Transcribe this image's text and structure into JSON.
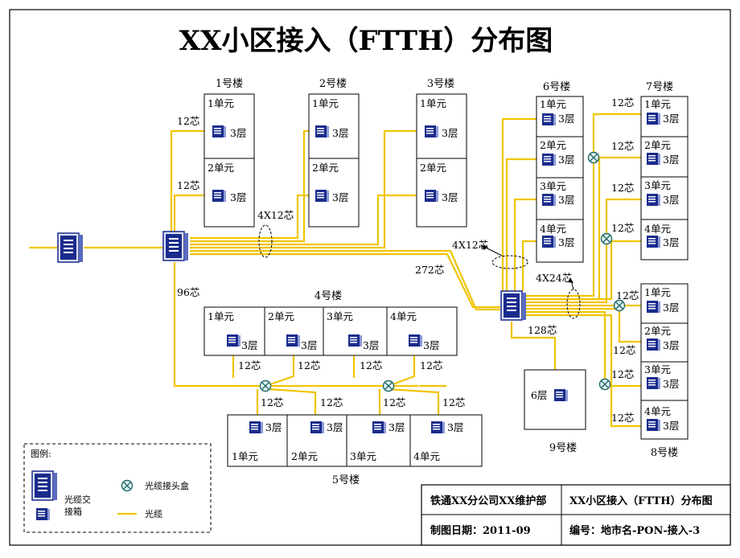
{
  "title": "XX小区接入（FTTH）分布图",
  "floor": "3层",
  "floor_9": "6层",
  "core_12": "12芯",
  "buildings": {
    "b1": {
      "name": "1号楼",
      "units": [
        "1单元",
        "2单元"
      ]
    },
    "b2": {
      "name": "2号楼",
      "units": [
        "1单元",
        "2单元"
      ]
    },
    "b3": {
      "name": "3号楼",
      "units": [
        "1单元",
        "2单元"
      ]
    },
    "b4": {
      "name": "4号楼",
      "units": [
        "1单元",
        "2单元",
        "3单元",
        "4单元"
      ]
    },
    "b5": {
      "name": "5号楼",
      "units": [
        "1单元",
        "2单元",
        "3单元",
        "4单元"
      ]
    },
    "b6": {
      "name": "6号楼",
      "units": [
        "1单元",
        "2单元",
        "3单元",
        "4单元"
      ]
    },
    "b7": {
      "name": "7号楼",
      "units": [
        "1单元",
        "2单元",
        "3单元",
        "4单元"
      ]
    },
    "b8": {
      "name": "8号楼",
      "units": [
        "1单元",
        "2单元",
        "3单元",
        "4单元"
      ]
    },
    "b9": {
      "name": "9号楼"
    }
  },
  "cable_labels": {
    "c4x12_left": "4X12芯",
    "c4x12_right": "4X12芯",
    "c4x24": "4X24芯",
    "c96": "96芯",
    "c272": "272芯",
    "c128": "128芯"
  },
  "legend": {
    "title": "图例:",
    "cabinet": "光缆交\n接箱",
    "cabinet_line1": "光缆交",
    "cabinet_line2": "接箱",
    "splice": "光缆接头盒",
    "cable": "光缆"
  },
  "title_block": {
    "company": "铁通XX分公司XX维护部",
    "drawing_name": "XX小区接入（FTTH）分布图",
    "date": "制图日期：2011-09",
    "code": "编号：地市名-PON-接入-3"
  },
  "colors": {
    "cable": "#f0c400",
    "cabinet_dark": "#1a2c8c",
    "cabinet_light": "#c8cfee",
    "frame": "#000000",
    "splice": "#1f6a6a"
  }
}
